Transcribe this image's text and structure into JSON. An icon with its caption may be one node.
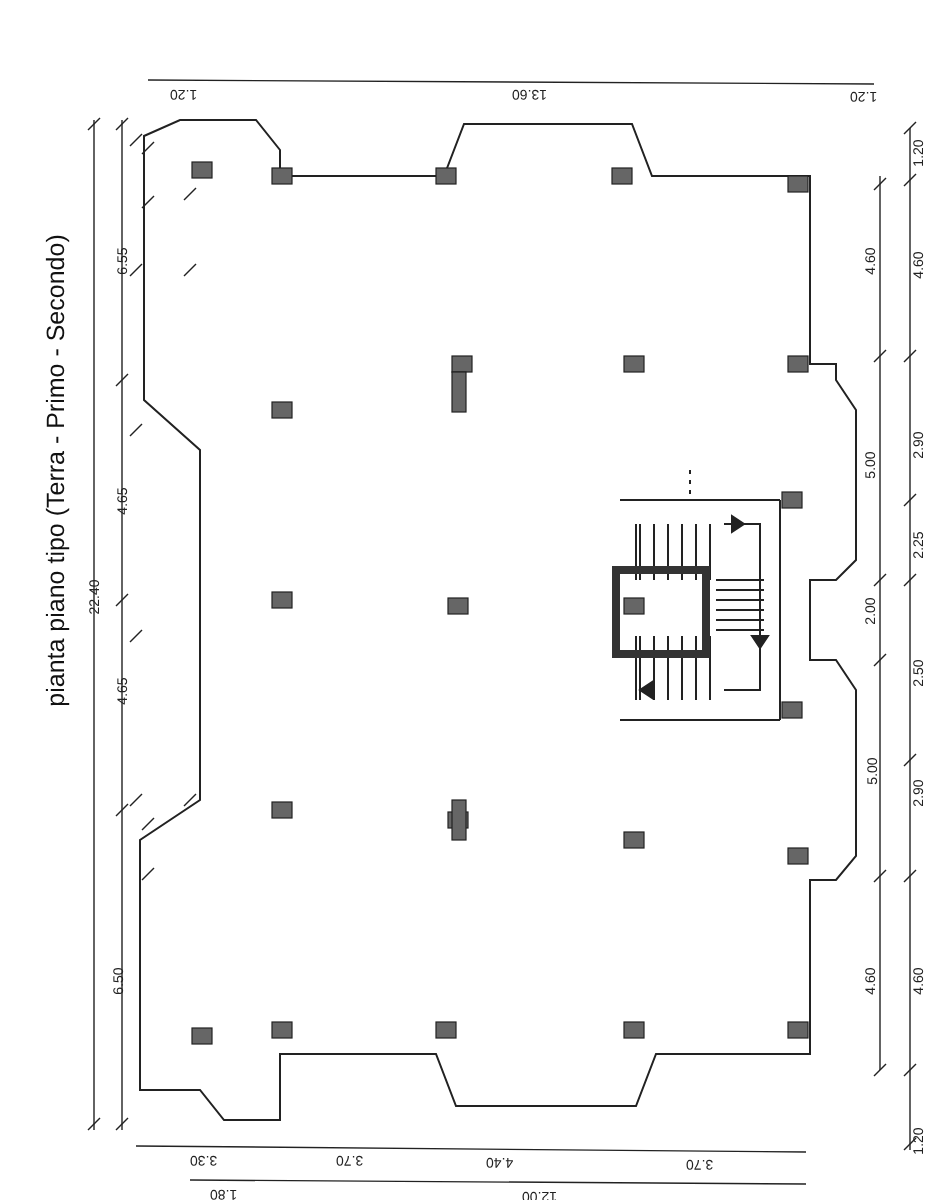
{
  "diagram": {
    "title": "pianta piano tipo (Terra - Primo - Secondo)",
    "labels": [
      "1.20",
      "13.60",
      "1.20",
      "6.55",
      "4.65",
      "4.65",
      "6.50",
      "22.40",
      "4.60",
      "5.00",
      "2.00",
      "5.00",
      "4.60",
      "1.20",
      "4.60",
      "2.90",
      "2.25",
      "2.50",
      "2.90",
      "4.60",
      "1.20",
      "3.30",
      "3.70",
      "4.40",
      "3.70",
      "1.80",
      "12.00"
    ]
  }
}
